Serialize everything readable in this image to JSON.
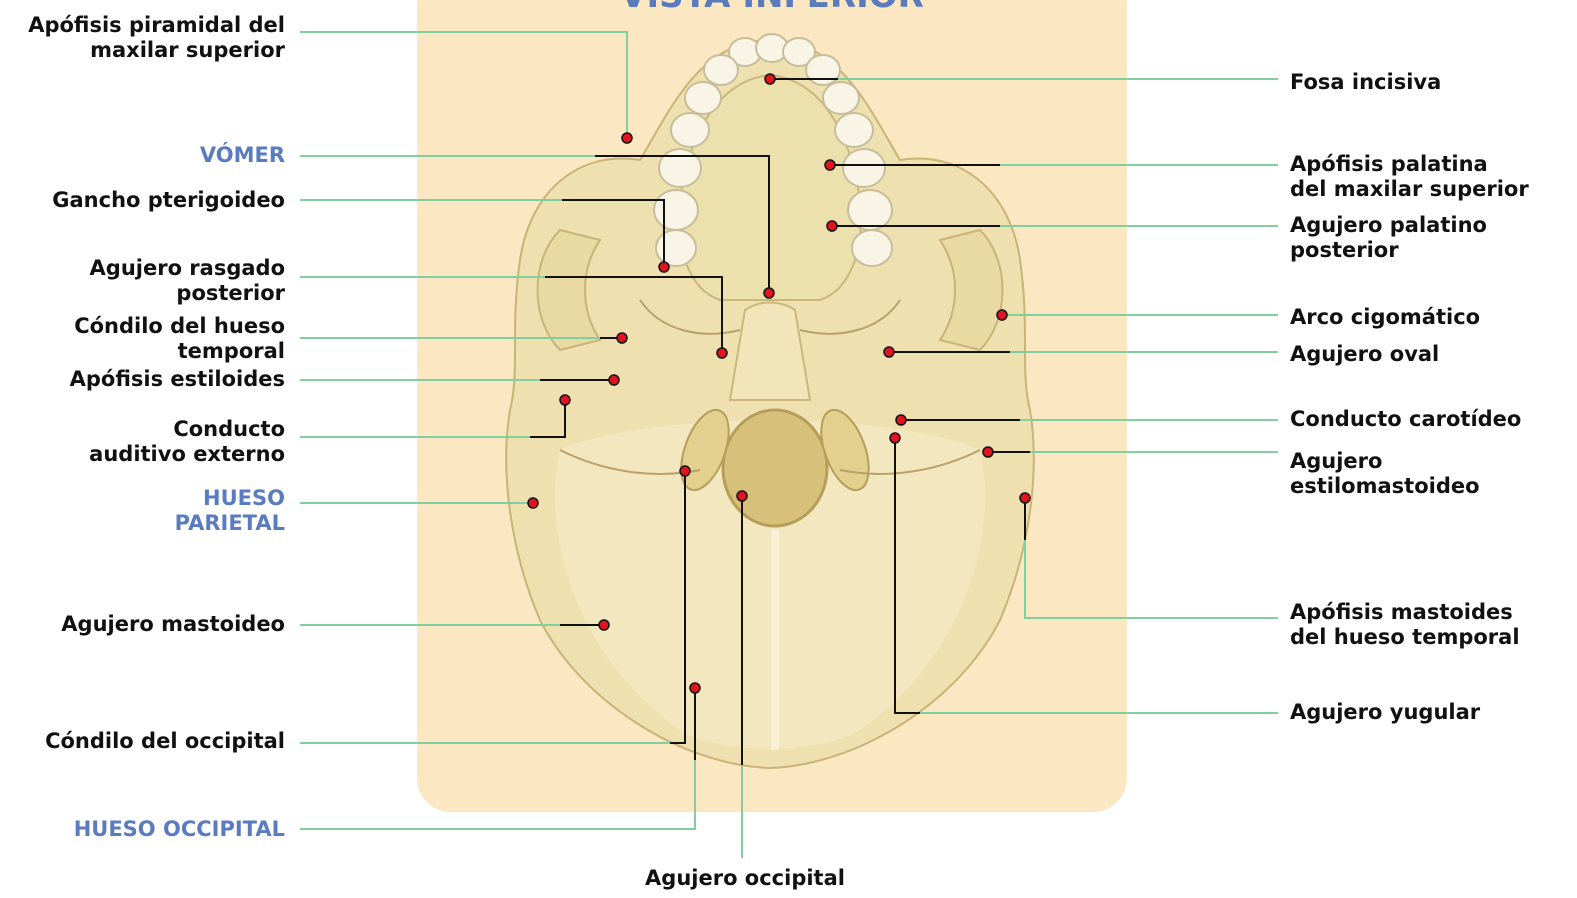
{
  "title": "VISTA INFERIOR",
  "colors": {
    "panel": "#fbe7c2",
    "bone": "#efe0b0",
    "bone_dark": "#d9c588",
    "leader_green": "#7fcf9f",
    "leader_black": "#111111",
    "dot": "#e0141e",
    "blue_label": "#5b7bbf"
  },
  "labels": {
    "apofisis_piramidal": "Apófisis piramidal del\nmaxilar superior",
    "vomer": "VÓMER",
    "gancho_pterigoideo": "Gancho pterigoideo",
    "agujero_rasgado": "Agujero rasgado\nposterior",
    "condilo_temporal": "Cóndilo del hueso\ntemporal",
    "apofisis_estiloides": "Apófisis estiloides",
    "conducto_auditivo": "Conducto\nauditivo externo",
    "hueso_parietal": "HUESO\nPARIETAL",
    "agujero_mastoideo": "Agujero mastoideo",
    "condilo_occipital": "Cóndilo del occipital",
    "hueso_occipital": "HUESO OCCIPITAL",
    "agujero_occipital": "Agujero occipital",
    "fosa_incisiva": "Fosa incisiva",
    "apofisis_palatina": "Apófisis palatina\ndel maxilar superior",
    "agujero_palatino": "Agujero palatino\nposterior",
    "arco_cigomatico": "Arco cigomático",
    "agujero_oval": "Agujero oval",
    "conducto_carotideo": "Conducto carotídeo",
    "agujero_estilomastoideo": "Agujero\nestilomastoideo",
    "apofisis_mastoides": "Apófisis mastoides\ndel hueso temporal",
    "agujero_yugular": "Agujero yugular"
  }
}
